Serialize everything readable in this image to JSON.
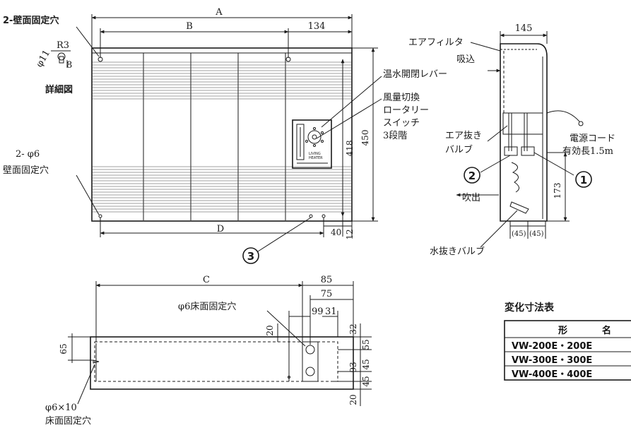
{
  "front": {
    "dim_A": "A",
    "dim_B": "B",
    "dim_134": "134",
    "dim_418": "418",
    "dim_450": "450",
    "dim_D": "D",
    "dim_40": "40",
    "dim_12": "12",
    "label_wall_holes_top": "2-壁面固定穴",
    "label_wall_holes_left_1": "2- φ6",
    "label_wall_holes_left_2": "壁面固定穴",
    "label_detail_R3": "R3",
    "label_detail_phi11": "φ11",
    "label_detail_8": "8",
    "label_detail_title": "詳細図",
    "label_valve_lever": "温水開閉レバー",
    "label_switch_1": "風量切換",
    "label_switch_2": "ロータリー",
    "label_switch_3": "スイッチ",
    "label_switch_4": "3段階",
    "panel_brand_1": "LIVING",
    "panel_brand_2": "HEATER",
    "callout_3": "3"
  },
  "side": {
    "dim_145": "145",
    "dim_173": "173",
    "dim_45a": "(45)",
    "dim_45b": "(45)",
    "label_air_filter": "エアフィルタ",
    "label_intake": "吸込",
    "label_air_vent_1": "エア抜き",
    "label_air_vent_2": "バルブ",
    "label_power_cord_1": "電源コード",
    "label_power_cord_2": "有効長1.5m",
    "label_outlet": "吹出",
    "label_drain": "水抜きバルブ",
    "callout_1": "1",
    "callout_2": "2"
  },
  "bottom": {
    "dim_C": "C",
    "dim_85": "85",
    "dim_75": "75",
    "dim_99": "99",
    "dim_31": "31",
    "dim_20a": "20",
    "dim_32": "32",
    "dim_65": "65",
    "dim_55": "55",
    "dim_93": "93",
    "dim_45a": "45",
    "dim_45b": "45",
    "dim_20b": "20",
    "label_floor_holes": "φ6床面固定穴",
    "label_floor_holes2_1": "φ6×10",
    "label_floor_holes2_2": "床面固定穴"
  },
  "table": {
    "title": "変化寸法表",
    "header_1": "形",
    "header_2": "名",
    "rows": [
      "VW-200E・200E",
      "VW-300E・300E",
      "VW-400E・400E"
    ]
  }
}
